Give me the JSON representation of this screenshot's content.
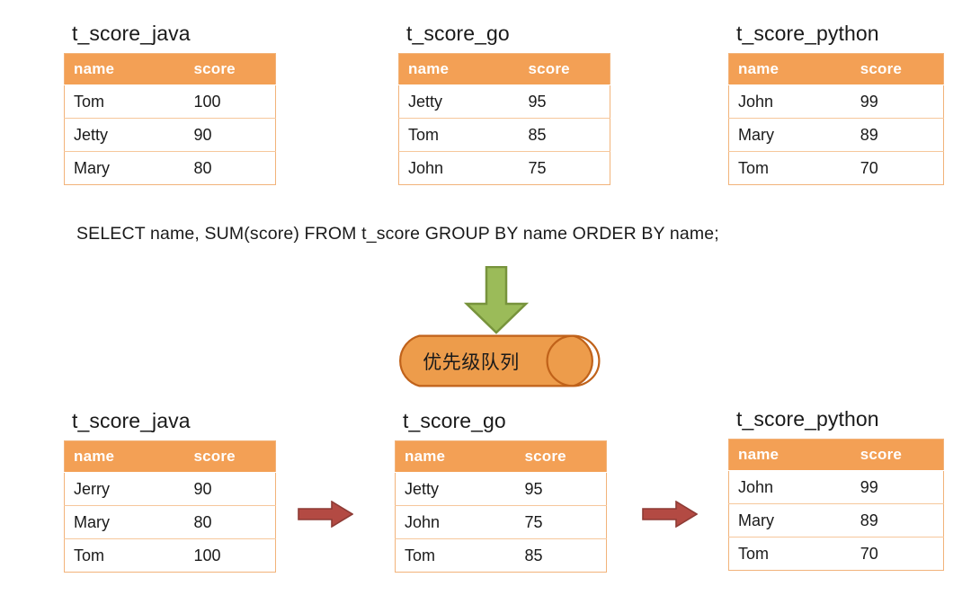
{
  "palette": {
    "header_orange": "#f3a055",
    "table_border": "#f2b37a",
    "row_divider": "#f6c79b",
    "cylinder_fill": "#ed9c4b",
    "cylinder_stroke": "#c0621a",
    "green_arrow_fill": "#9bbb59",
    "green_arrow_stroke": "#77933c",
    "red_arrow_fill": "#b34a43",
    "red_arrow_stroke": "#8d3b35",
    "text": "#1a1a1a",
    "background": "#ffffff"
  },
  "columns": [
    "name",
    "score"
  ],
  "sql": "SELECT name, SUM(score) FROM t_score GROUP BY name ORDER BY name;",
  "cylinder": {
    "label": "优先级队列"
  },
  "top_tables": [
    {
      "title": "t_score_java",
      "columns": [
        "name",
        "score"
      ],
      "rows": [
        [
          "Tom",
          "100"
        ],
        [
          "Jetty",
          "90"
        ],
        [
          "Mary",
          "80"
        ]
      ]
    },
    {
      "title": "t_score_go",
      "columns": [
        "name",
        "score"
      ],
      "rows": [
        [
          "Jetty",
          "95"
        ],
        [
          "Tom",
          "85"
        ],
        [
          "John",
          "75"
        ]
      ]
    },
    {
      "title": "t_score_python",
      "columns": [
        "name",
        "score"
      ],
      "rows": [
        [
          "John",
          "99"
        ],
        [
          "Mary",
          "89"
        ],
        [
          "Tom",
          "70"
        ]
      ]
    }
  ],
  "bottom_tables": [
    {
      "title": "t_score_java",
      "columns": [
        "name",
        "score"
      ],
      "rows": [
        [
          "Jerry",
          "90"
        ],
        [
          "Mary",
          "80"
        ],
        [
          "Tom",
          "100"
        ]
      ]
    },
    {
      "title": "t_score_go",
      "columns": [
        "name",
        "score"
      ],
      "rows": [
        [
          "Jetty",
          "95"
        ],
        [
          "John",
          "75"
        ],
        [
          "Tom",
          "85"
        ]
      ]
    },
    {
      "title": "t_score_python",
      "columns": [
        "name",
        "score"
      ],
      "rows": [
        [
          "John",
          "99"
        ],
        [
          "Mary",
          "89"
        ],
        [
          "Tom",
          "70"
        ]
      ]
    }
  ],
  "icons": {
    "down_arrow": "green-down-arrow-icon",
    "flow_arrow_1": "red-right-arrow-icon",
    "flow_arrow_2": "red-right-arrow-icon",
    "cylinder": "priority-queue-cylinder"
  }
}
